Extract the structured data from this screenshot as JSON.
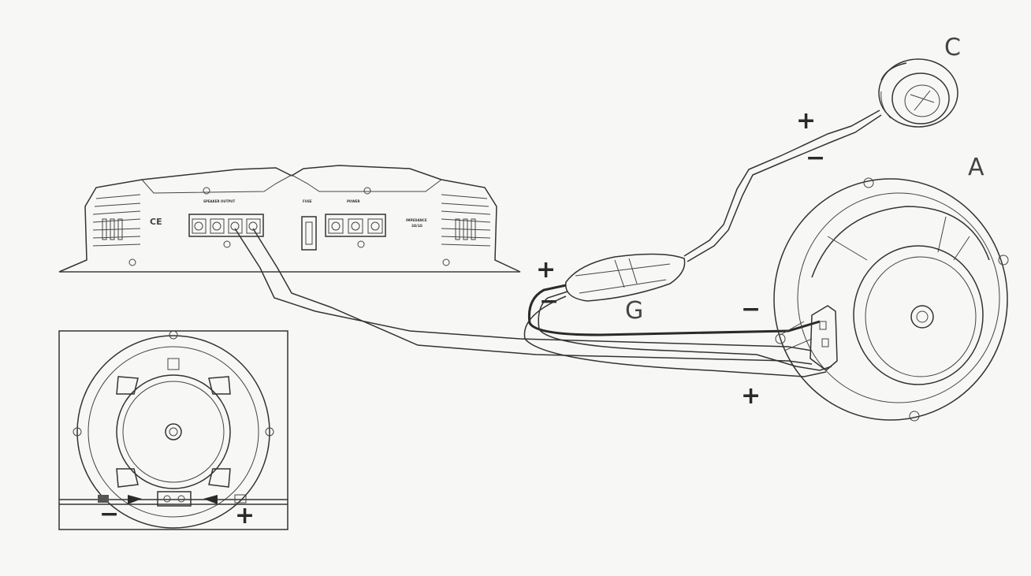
{
  "labels": {
    "tweeter": "C",
    "woofer": "A",
    "crossover": "G",
    "amp_ce": "CE"
  },
  "polarity": {
    "plus": "+",
    "minus": "−"
  },
  "amp_panel": {
    "speaker_output": "SPEAKER OUTPUT",
    "fuse": "FUSE",
    "power": "POWER",
    "impedance": "IMPEDANCE",
    "ohms": "2Ω/1Ω"
  },
  "colors": {
    "ink": "#2a2a2a",
    "paper": "#f7f7f5"
  }
}
